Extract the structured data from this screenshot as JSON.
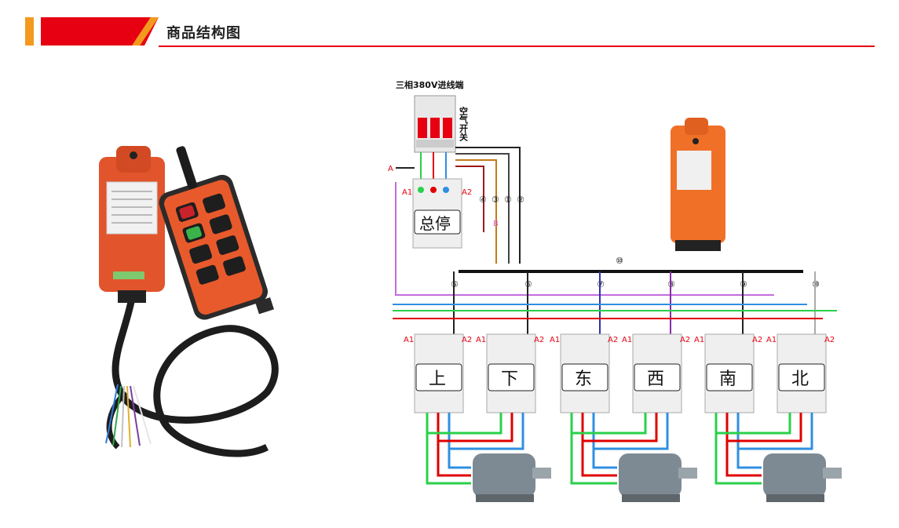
{
  "header": {
    "title": "商品结构图",
    "colors": {
      "accent_red": "#e60012",
      "accent_orange": "#f39a1e"
    }
  },
  "diagram": {
    "supply_label": "三相380V进线端",
    "breaker_label": "空气开关",
    "terminal_A": "A",
    "terminal_B": "B",
    "bus_numbers_top": [
      "④",
      "③",
      "①",
      "②"
    ],
    "bus_number_main": "⑩",
    "master_contactor": {
      "label": "总停",
      "a1": "A1",
      "a2": "A2"
    },
    "branch_numbers": [
      "⑤",
      "⑥",
      "⑦",
      "⑧",
      "⑨",
      "⑩"
    ],
    "contactors": [
      {
        "label": "上",
        "a1": "A1",
        "a2": "A2"
      },
      {
        "label": "下",
        "a1": "A1",
        "a2": "A2"
      },
      {
        "label": "东",
        "a1": "A1",
        "a2": "A2"
      },
      {
        "label": "西",
        "a1": "A1",
        "a2": "A2"
      },
      {
        "label": "南",
        "a1": "A1",
        "a2": "A2"
      },
      {
        "label": "北",
        "a1": "A1",
        "a2": "A2"
      }
    ],
    "motor_count_shown": 3
  }
}
